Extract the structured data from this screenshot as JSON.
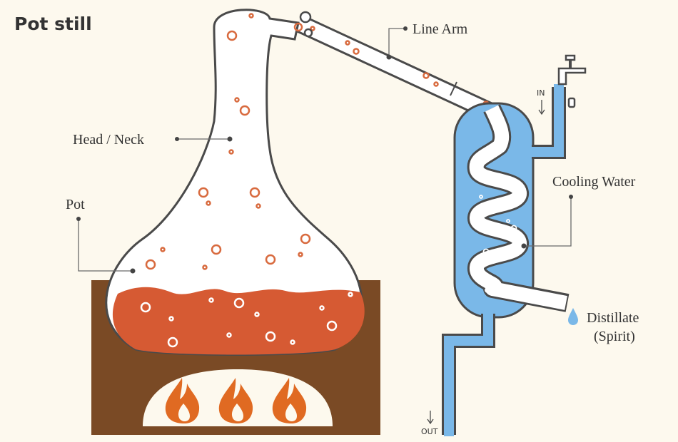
{
  "title": "Pot still",
  "labels": {
    "line_arm": "Line Arm",
    "head_neck": "Head / Neck",
    "pot": "Pot",
    "cooling_water": "Cooling Water",
    "distillate_line1": "Distillate",
    "distillate_line2": "(Spirit)",
    "water_in": "IN",
    "water_out": "OUT"
  },
  "colors": {
    "background": "#fdf9ee",
    "furnace": "#7a4a25",
    "wash": "#d65a33",
    "flame": "#e06a22",
    "vessel": "#ffffff",
    "outline": "#4a4a4a",
    "condenser_water": "#7ab8e8",
    "bubble": "#d86a3e"
  },
  "icons": [
    "flame-icon",
    "faucet-icon",
    "droplet-icon",
    "arrow-down-icon"
  ]
}
